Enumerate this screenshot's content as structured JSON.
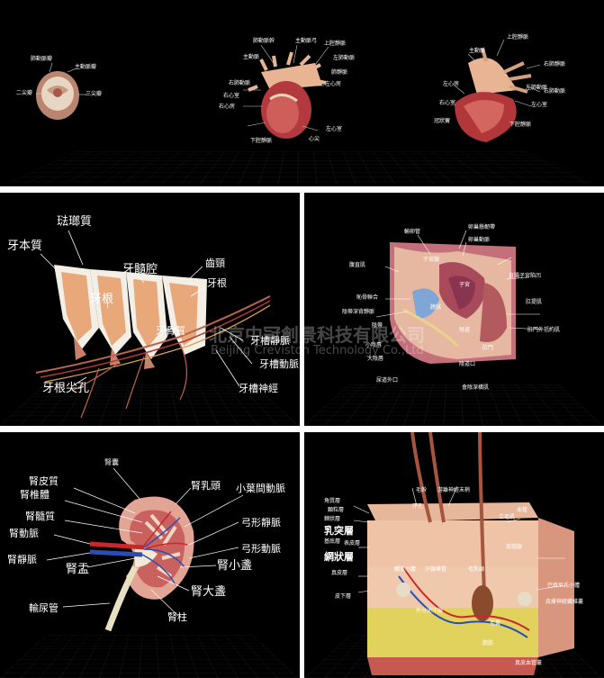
{
  "panel_heart": {
    "tooth_cross": {
      "left": "二尖瓣",
      "top_left": "肺動脈瓣",
      "top_right": "主動脈瓣",
      "right": "三尖瓣"
    },
    "heart_front": {
      "labels": [
        "肺動脈幹",
        "主動脈弓",
        "上腔靜脈",
        "右心室",
        "右心房",
        "左心房",
        "左心室",
        "下腔靜脈",
        "心尖",
        "肺靜脈",
        "主動脈",
        "左肺動脈",
        "右肺動脈"
      ]
    },
    "heart_back": {
      "labels": [
        "主動脈",
        "上腔靜脈",
        "右肺靜脈",
        "右肺動脈",
        "左心房",
        "左心室",
        "下腔靜脈",
        "左肺動脈",
        "冠狀竇",
        "右心室"
      ]
    }
  },
  "panel_teeth": {
    "labels": {
      "enamel": "琺瑯質",
      "dentin": "牙本質",
      "pulp_cavity": "牙髓腔",
      "crown": "齒頸",
      "root_right": "牙根",
      "root_mid": "牙根",
      "alveolar_bone": "牙骨質",
      "alveolar_vein": "牙槽靜脈",
      "alveolar_artery": "牙槽動脈",
      "apical_foramen": "牙根尖孔",
      "alveolar_nerve": "牙槽神經"
    }
  },
  "panel_pelvis": {
    "labels": [
      "輸卵管",
      "卵巢懸韌帶",
      "卵巢動脈",
      "子宮腺",
      "腹直肌",
      "直腸子宮陷凹",
      "子宮",
      "恥骨聯合",
      "膀胱",
      "陰蒂深背靜脈",
      "陰道",
      "陰蒂",
      "肛提肌",
      "小陰唇",
      "大陰唇",
      "尿道外口",
      "陰道口",
      "肛門",
      "肛門外括約肌",
      "會陰深橫肌"
    ]
  },
  "panel_kidney": {
    "labels": {
      "capsule": "腎囊",
      "cortex": "腎皮質",
      "column": "腎椎體",
      "medulla": "腎髓質",
      "papilla": "腎乳頭",
      "interlobular_artery": "小葉間動脈",
      "arcuate_vein": "弓形靜脈",
      "arcuate_artery": "弓形動脈",
      "renal_artery": "腎動脈",
      "renal_vein": "腎靜脈",
      "pelvis": "腎盂",
      "minor_calyx": "腎小盞",
      "major_calyx": "腎大盞",
      "ureter": "輸尿管",
      "renal_column": "腎柱"
    }
  },
  "panel_skin": {
    "labels": [
      "毛幹",
      "立毛肌",
      "毛乳頭",
      "觸覺小體",
      "皮脂腺",
      "汗腺導管",
      "角質層",
      "顆粒層",
      "棘狀層",
      "基底層",
      "表皮層",
      "乳突層",
      "網狀層",
      "真皮層",
      "皮下層",
      "游離神經末梢",
      "外分泌汗腺",
      "毛囊",
      "巴齊尼氏小體",
      "皮膚神經纖維叢",
      "真皮血管叢",
      "脂肪",
      "血管",
      "汗孔"
    ]
  },
  "watermark": {
    "cn": "北京中冠創景科技有限公司",
    "en": "Beijing Creviston Technology Co.,Ltd"
  },
  "colors": {
    "bg": "#000000",
    "flesh": "#e3a58c",
    "muscle": "#b34a48",
    "artery": "#c8282a",
    "vein": "#2a4db5"
  }
}
